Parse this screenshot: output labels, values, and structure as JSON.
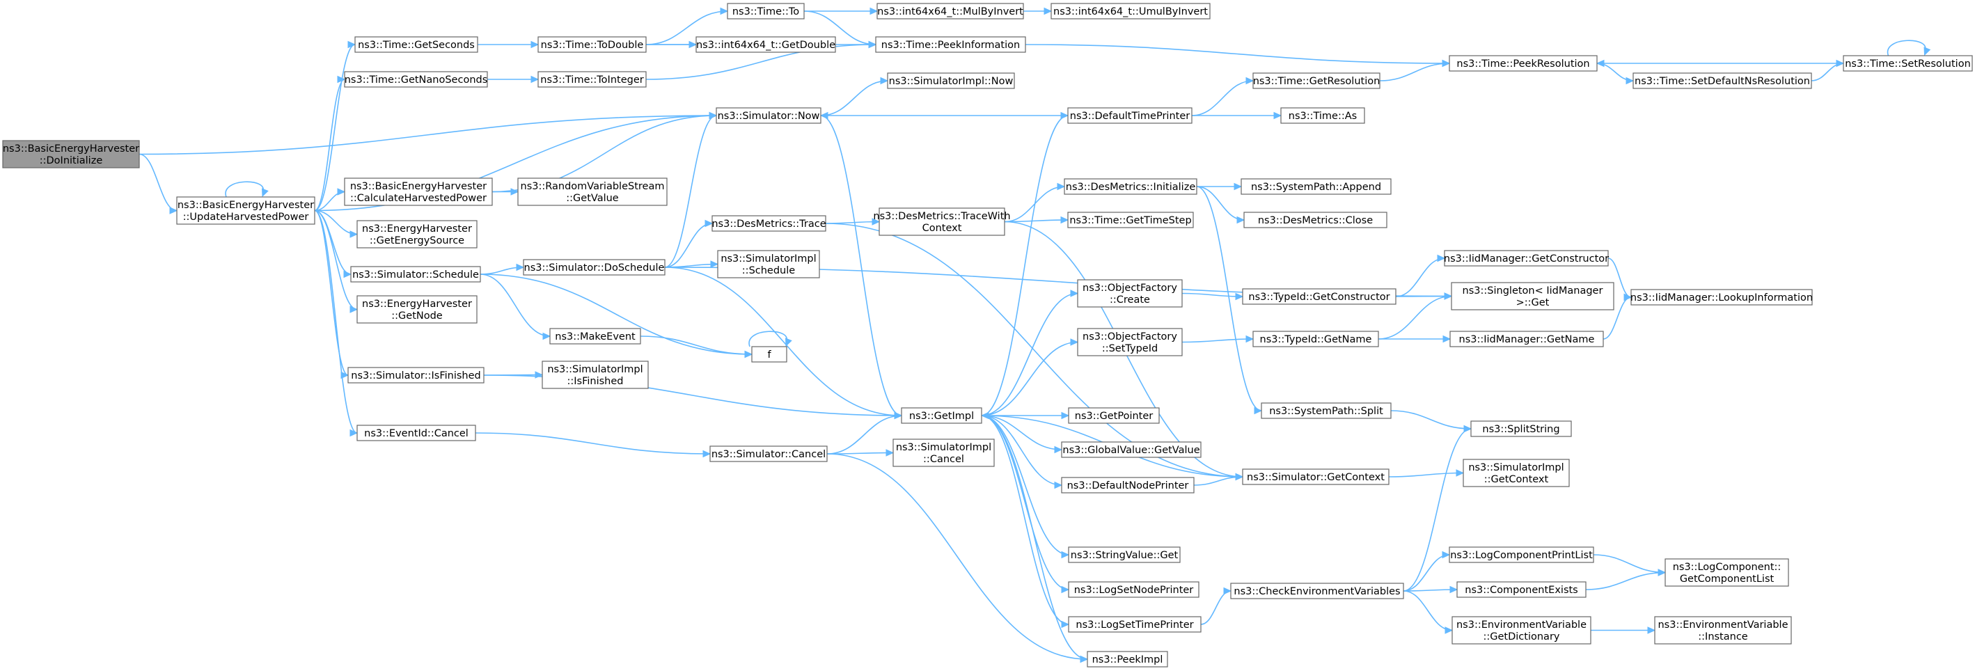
{
  "graph": {
    "nodes": [
      {
        "id": "root",
        "lines": [
          "ns3::BasicEnergyHarvester",
          "::DoInitialize"
        ],
        "root": true
      },
      {
        "id": "uhp",
        "lines": [
          "ns3::BasicEnergyHarvester",
          "::UpdateHarvestedPower"
        ]
      },
      {
        "id": "getsec",
        "lines": [
          "ns3::Time::GetSeconds"
        ]
      },
      {
        "id": "getnano",
        "lines": [
          "ns3::Time::GetNanoSeconds"
        ]
      },
      {
        "id": "chp",
        "lines": [
          "ns3::BasicEnergyHarvester",
          "::CalculateHarvestedPower"
        ]
      },
      {
        "id": "ges",
        "lines": [
          "ns3::EnergyHarvester",
          "::GetEnergySource"
        ]
      },
      {
        "id": "sched",
        "lines": [
          "ns3::Simulator::Schedule"
        ]
      },
      {
        "id": "getnode",
        "lines": [
          "ns3::EnergyHarvester",
          "::GetNode"
        ]
      },
      {
        "id": "isfin",
        "lines": [
          "ns3::Simulator::IsFinished"
        ]
      },
      {
        "id": "evcancel",
        "lines": [
          "ns3::EventId::Cancel"
        ]
      },
      {
        "id": "todouble",
        "lines": [
          "ns3::Time::ToDouble"
        ]
      },
      {
        "id": "tointeger",
        "lines": [
          "ns3::Time::ToInteger"
        ]
      },
      {
        "id": "rvs",
        "lines": [
          "ns3::RandomVariableStream",
          "::GetValue"
        ]
      },
      {
        "id": "dosched",
        "lines": [
          "ns3::Simulator::DoSchedule"
        ]
      },
      {
        "id": "makeev",
        "lines": [
          "ns3::MakeEvent"
        ]
      },
      {
        "id": "siifin",
        "lines": [
          "ns3::SimulatorImpl",
          "::IsFinished"
        ]
      },
      {
        "id": "timeto",
        "lines": [
          "ns3::Time::To"
        ]
      },
      {
        "id": "getdbl",
        "lines": [
          "ns3::int64x64_t::GetDouble"
        ]
      },
      {
        "id": "simnow",
        "lines": [
          "ns3::Simulator::Now"
        ]
      },
      {
        "id": "dmtrace",
        "lines": [
          "ns3::DesMetrics::Trace"
        ]
      },
      {
        "id": "siisched",
        "lines": [
          "ns3::SimulatorImpl",
          "::Schedule"
        ]
      },
      {
        "id": "f",
        "lines": [
          "f"
        ]
      },
      {
        "id": "simcancel",
        "lines": [
          "ns3::Simulator::Cancel"
        ]
      },
      {
        "id": "mulinv",
        "lines": [
          "ns3::int64x64_t::MulByInvert"
        ]
      },
      {
        "id": "peekinfo",
        "lines": [
          "ns3::Time::PeekInformation"
        ]
      },
      {
        "id": "siinow",
        "lines": [
          "ns3::SimulatorImpl::Now"
        ]
      },
      {
        "id": "getimpl",
        "lines": [
          "ns3::GetImpl"
        ]
      },
      {
        "id": "tracewc",
        "lines": [
          "ns3::DesMetrics::TraceWith",
          "Context"
        ]
      },
      {
        "id": "siicancel",
        "lines": [
          "ns3::SimulatorImpl",
          "::Cancel"
        ]
      },
      {
        "id": "umul",
        "lines": [
          "ns3::int64x64_t::UmulByInvert"
        ]
      },
      {
        "id": "dtp",
        "lines": [
          "ns3::DefaultTimePrinter"
        ]
      },
      {
        "id": "dminit",
        "lines": [
          "ns3::DesMetrics::Initialize"
        ]
      },
      {
        "id": "gettimestep",
        "lines": [
          "ns3::Time::GetTimeStep"
        ]
      },
      {
        "id": "ofcreate",
        "lines": [
          "ns3::ObjectFactory",
          "::Create"
        ]
      },
      {
        "id": "ofsettype",
        "lines": [
          "ns3::ObjectFactory",
          "::SetTypeId"
        ]
      },
      {
        "id": "getpointer",
        "lines": [
          "ns3::GetPointer"
        ]
      },
      {
        "id": "gvget",
        "lines": [
          "ns3::GlobalValue::GetValue"
        ]
      },
      {
        "id": "dnp",
        "lines": [
          "ns3::DefaultNodePrinter"
        ]
      },
      {
        "id": "svget",
        "lines": [
          "ns3::StringValue::Get"
        ]
      },
      {
        "id": "lsnp",
        "lines": [
          "ns3::LogSetNodePrinter"
        ]
      },
      {
        "id": "lstp",
        "lines": [
          "ns3::LogSetTimePrinter"
        ]
      },
      {
        "id": "peekimpl",
        "lines": [
          "ns3::PeekImpl"
        ]
      },
      {
        "id": "getres",
        "lines": [
          "ns3::Time::GetResolution"
        ]
      },
      {
        "id": "timeas",
        "lines": [
          "ns3::Time::As"
        ]
      },
      {
        "id": "spappend",
        "lines": [
          "ns3::SystemPath::Append"
        ]
      },
      {
        "id": "dmclose",
        "lines": [
          "ns3::DesMetrics::Close"
        ]
      },
      {
        "id": "tidgetctor",
        "lines": [
          "ns3::TypeId::GetConstructor"
        ]
      },
      {
        "id": "tidgetname",
        "lines": [
          "ns3::TypeId::GetName"
        ]
      },
      {
        "id": "spsplit",
        "lines": [
          "ns3::SystemPath::Split"
        ]
      },
      {
        "id": "simgetctx",
        "lines": [
          "ns3::Simulator::GetContext"
        ]
      },
      {
        "id": "cev",
        "lines": [
          "ns3::CheckEnvironmentVariables"
        ]
      },
      {
        "id": "peekres",
        "lines": [
          "ns3::Time::PeekResolution"
        ]
      },
      {
        "id": "setdef",
        "lines": [
          "ns3::Time::SetDefaultNsResolution"
        ]
      },
      {
        "id": "iidgetctor",
        "lines": [
          "ns3::IidManager::GetConstructor"
        ]
      },
      {
        "id": "singleton",
        "lines": [
          "ns3::Singleton< IidManager",
          ">::Get"
        ]
      },
      {
        "id": "iidgetname",
        "lines": [
          "ns3::IidManager::GetName"
        ]
      },
      {
        "id": "splitstr",
        "lines": [
          "ns3::SplitString"
        ]
      },
      {
        "id": "siigetctx",
        "lines": [
          "ns3::SimulatorImpl",
          "::GetContext"
        ]
      },
      {
        "id": "lcpl",
        "lines": [
          "ns3::LogComponentPrintList"
        ]
      },
      {
        "id": "compexists",
        "lines": [
          "ns3::ComponentExists"
        ]
      },
      {
        "id": "evgetdict",
        "lines": [
          "ns3::EnvironmentVariable",
          "::GetDictionary"
        ]
      },
      {
        "id": "setres",
        "lines": [
          "ns3::Time::SetResolution"
        ]
      },
      {
        "id": "lookupinfo",
        "lines": [
          "ns3::IidManager::LookupInformation"
        ]
      },
      {
        "id": "lcgetlist",
        "lines": [
          "ns3::LogComponent::",
          "GetComponentList"
        ]
      },
      {
        "id": "evinst",
        "lines": [
          "ns3::EnvironmentVariable",
          "::Instance"
        ]
      }
    ],
    "edges": [
      [
        "root",
        "uhp"
      ],
      [
        "root",
        "simnow"
      ],
      [
        "uhp",
        "uhp"
      ],
      [
        "uhp",
        "getsec"
      ],
      [
        "uhp",
        "getnano"
      ],
      [
        "uhp",
        "simnow"
      ],
      [
        "uhp",
        "chp"
      ],
      [
        "uhp",
        "ges"
      ],
      [
        "uhp",
        "sched"
      ],
      [
        "uhp",
        "getnode"
      ],
      [
        "uhp",
        "isfin"
      ],
      [
        "uhp",
        "evcancel"
      ],
      [
        "getsec",
        "todouble"
      ],
      [
        "getnano",
        "tointeger"
      ],
      [
        "todouble",
        "timeto"
      ],
      [
        "todouble",
        "getdbl"
      ],
      [
        "todouble",
        "peekinfo"
      ],
      [
        "tointeger",
        "peekinfo"
      ],
      [
        "timeto",
        "mulinv"
      ],
      [
        "timeto",
        "peekinfo"
      ],
      [
        "mulinv",
        "umul"
      ],
      [
        "peekinfo",
        "peekres"
      ],
      [
        "chp",
        "rvs"
      ],
      [
        "chp",
        "simnow"
      ],
      [
        "simnow",
        "siinow"
      ],
      [
        "simnow",
        "getimpl"
      ],
      [
        "sched",
        "dosched"
      ],
      [
        "sched",
        "makeev"
      ],
      [
        "sched",
        "f"
      ],
      [
        "dosched",
        "simnow"
      ],
      [
        "dosched",
        "dmtrace"
      ],
      [
        "dosched",
        "siisched"
      ],
      [
        "dosched",
        "getimpl"
      ],
      [
        "dosched",
        "singleton"
      ],
      [
        "dmtrace",
        "tracewc"
      ],
      [
        "dmtrace",
        "simgetctx"
      ],
      [
        "makeev",
        "f"
      ],
      [
        "f",
        "f"
      ],
      [
        "isfin",
        "siifin"
      ],
      [
        "isfin",
        "getimpl"
      ],
      [
        "evcancel",
        "simcancel"
      ],
      [
        "simcancel",
        "getimpl"
      ],
      [
        "simcancel",
        "siicancel"
      ],
      [
        "simcancel",
        "peekimpl"
      ],
      [
        "tracewc",
        "dminit"
      ],
      [
        "tracewc",
        "gettimestep"
      ],
      [
        "tracewc",
        "simgetctx"
      ],
      [
        "getimpl",
        "dtp"
      ],
      [
        "getimpl",
        "ofcreate"
      ],
      [
        "getimpl",
        "ofsettype"
      ],
      [
        "getimpl",
        "getpointer"
      ],
      [
        "getimpl",
        "gvget"
      ],
      [
        "getimpl",
        "dnp"
      ],
      [
        "getimpl",
        "svget"
      ],
      [
        "getimpl",
        "lsnp"
      ],
      [
        "getimpl",
        "lstp"
      ],
      [
        "getimpl",
        "peekimpl"
      ],
      [
        "dtp",
        "simnow"
      ],
      [
        "dtp",
        "getres"
      ],
      [
        "dtp",
        "timeas"
      ],
      [
        "getres",
        "peekres"
      ],
      [
        "dminit",
        "spappend"
      ],
      [
        "dminit",
        "dmclose"
      ],
      [
        "dminit",
        "spsplit"
      ],
      [
        "ofcreate",
        "tidgetctor"
      ],
      [
        "ofsettype",
        "tidgetname"
      ],
      [
        "dnp",
        "simgetctx"
      ],
      [
        "simgetctx",
        "getimpl"
      ],
      [
        "simgetctx",
        "siigetctx"
      ],
      [
        "lstp",
        "cev"
      ],
      [
        "tidgetctor",
        "iidgetctor"
      ],
      [
        "tidgetctor",
        "singleton"
      ],
      [
        "tidgetname",
        "singleton"
      ],
      [
        "tidgetname",
        "iidgetname"
      ],
      [
        "iidgetctor",
        "lookupinfo"
      ],
      [
        "iidgetname",
        "lookupinfo"
      ],
      [
        "spsplit",
        "splitstr"
      ],
      [
        "cev",
        "splitstr"
      ],
      [
        "cev",
        "lcpl"
      ],
      [
        "cev",
        "compexists"
      ],
      [
        "cev",
        "evgetdict"
      ],
      [
        "lcpl",
        "lcgetlist"
      ],
      [
        "compexists",
        "lcgetlist"
      ],
      [
        "evgetdict",
        "evinst"
      ],
      [
        "peekres",
        "setdef"
      ],
      [
        "setdef",
        "setres"
      ],
      [
        "setres",
        "peekres"
      ],
      [
        "setres",
        "setres"
      ]
    ]
  }
}
